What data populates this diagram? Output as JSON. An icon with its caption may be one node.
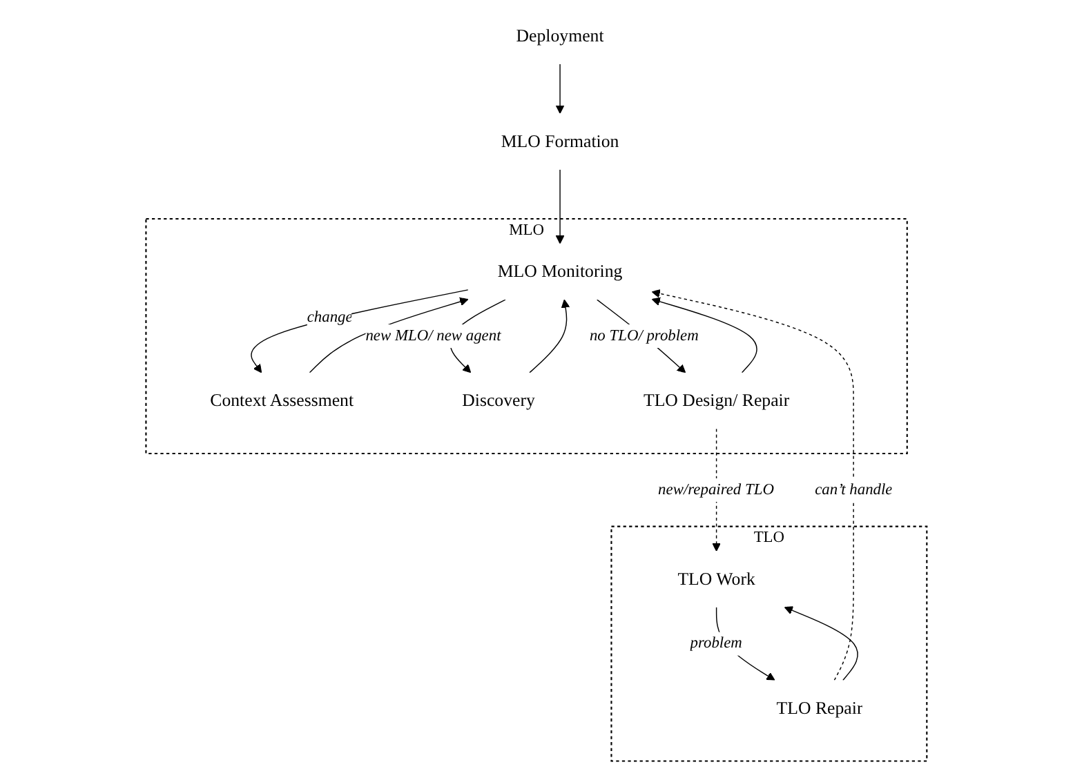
{
  "diagram": {
    "nodes": [
      {
        "text": [
          "Deployment"
        ]
      },
      {
        "text": [
          "MLO Formation"
        ]
      },
      {
        "text": [
          "MLO"
        ]
      },
      {
        "text": [
          "Context Assessment"
        ],
        "in": 2
      },
      {
        "text": [
          "Discovery"
        ],
        "in": 2
      },
      {
        "text": [
          "MLO Monitoring"
        ],
        "in": 2
      },
      {
        "text": [
          "TLO Design/ Repair"
        ],
        "in": 2
      },
      {
        "text": [
          "TLO"
        ]
      },
      {
        "text": [
          "TLO Repair"
        ],
        "in": 7
      },
      {
        "text": [
          "TLO Work"
        ],
        "in": 7
      }
    ],
    "edges": [
      {
        "from": 0,
        "to": 1,
        "arrow": "to"
      },
      {
        "from": 1,
        "to": 5,
        "arrow": "to"
      },
      {
        "from": 5,
        "to": 3,
        "arrow": "to",
        "label": "change"
      },
      {
        "from": 3,
        "to": 5,
        "arrow": "to"
      },
      {
        "from": 5,
        "to": 4,
        "arrow": "to",
        "label": "new MLO/ new agent"
      },
      {
        "from": 4,
        "to": 5,
        "arrow": "to"
      },
      {
        "from": 5,
        "to": 6,
        "arrow": "to",
        "label": "no TLO/ problem"
      },
      {
        "from": 6,
        "to": 5,
        "arrow": "to"
      },
      {
        "from": 6,
        "to": 9,
        "arrow": "to",
        "label": "new/repaired TLO",
        "style": "dashed"
      },
      {
        "from": 8,
        "to": 5,
        "arrow": "to",
        "label": "can’t handle",
        "style": "dashed"
      },
      {
        "from": 8,
        "to": 9,
        "arrow": "to"
      },
      {
        "from": 9,
        "to": 8,
        "arrow": "to",
        "label": "problem"
      }
    ]
  }
}
